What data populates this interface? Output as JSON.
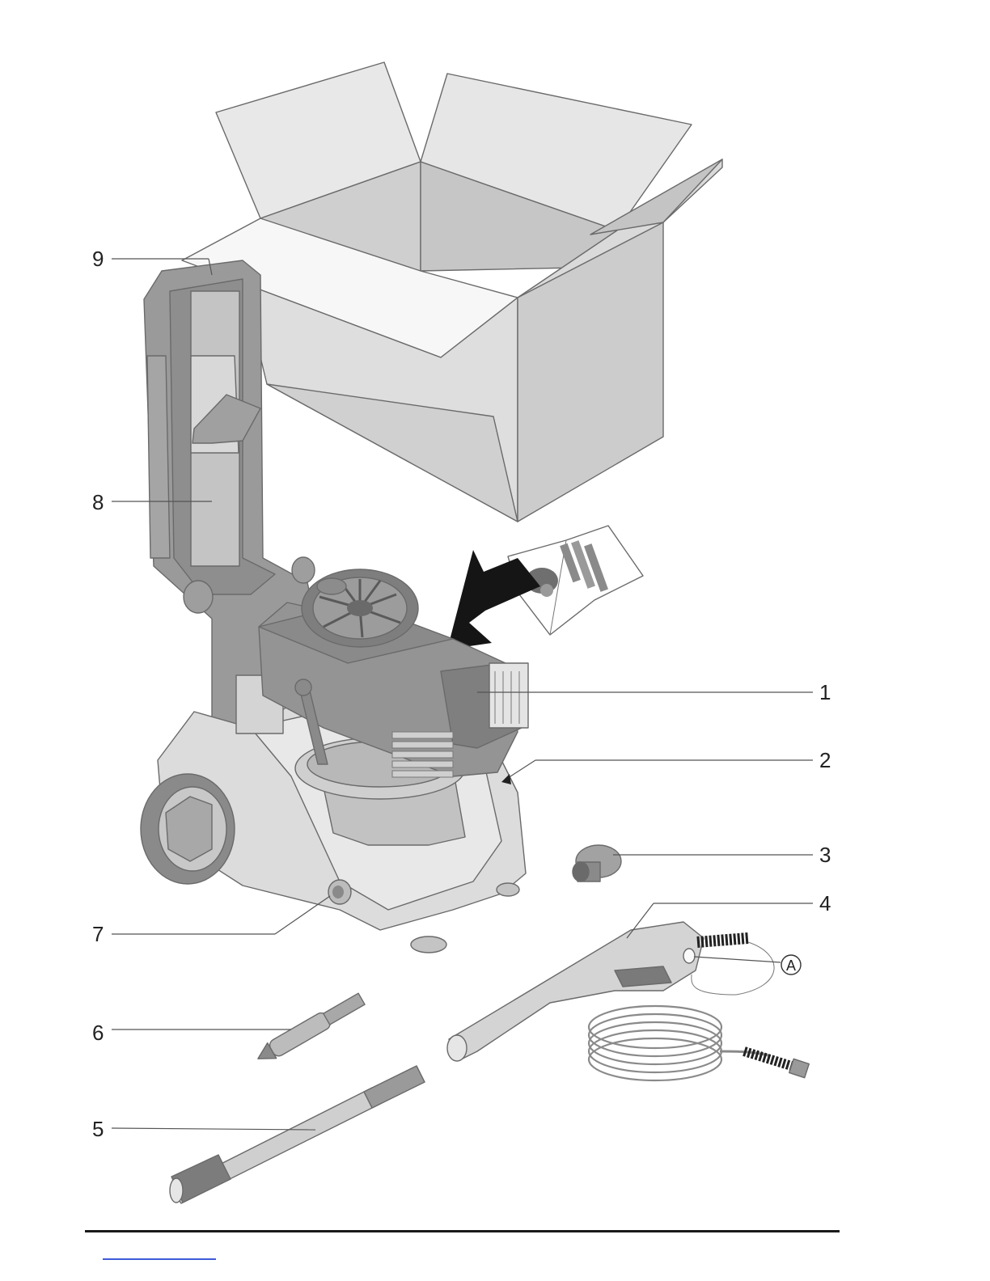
{
  "callouts": [
    {
      "id": "1",
      "label": "1"
    },
    {
      "id": "2",
      "label": "2"
    },
    {
      "id": "3",
      "label": "3"
    },
    {
      "id": "4",
      "label": "4"
    },
    {
      "id": "5",
      "label": "5"
    },
    {
      "id": "6",
      "label": "6"
    },
    {
      "id": "7",
      "label": "7"
    },
    {
      "id": "8",
      "label": "8"
    },
    {
      "id": "9",
      "label": "9"
    }
  ],
  "marker_a": {
    "label": "A"
  },
  "colors": {
    "box_light": "#e4e4e4",
    "box_mid": "#d2d2d2",
    "box_dark": "#bdbdbd",
    "machine_dark": "#8f8f8f",
    "machine_mid": "#a8a8a8",
    "machine_light": "#d6d6d6",
    "footer_link": "#3d5bd8"
  },
  "icons": [
    "carton-box",
    "pressure-washer",
    "engine",
    "manual-booklet",
    "hose-connector",
    "spray-gun",
    "hose-coil",
    "rotary-nozzle",
    "spray-lance"
  ]
}
